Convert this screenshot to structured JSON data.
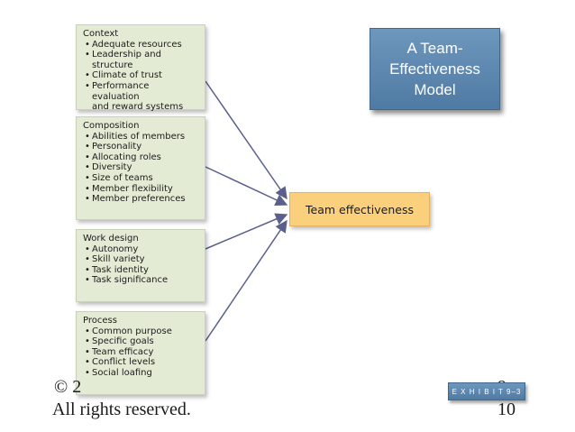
{
  "title": "A Team-Effectiveness Model",
  "boxes": {
    "context": {
      "header": "Context",
      "items": [
        "Adequate resources",
        "Leadership and structure",
        "Climate of trust",
        "Performance evaluation"
      ],
      "item_continuation": "and reward systems"
    },
    "composition": {
      "header": "Composition",
      "items": [
        "Abilities of members",
        "Personality",
        "Allocating roles",
        "Diversity",
        "Size of teams",
        "Member flexibility",
        "Member preferences"
      ]
    },
    "work_design": {
      "header": "Work design",
      "items": [
        "Autonomy",
        "Skill variety",
        "Task identity",
        "Task significance"
      ]
    },
    "process": {
      "header": "Process",
      "items": [
        "Common purpose",
        "Specific goals",
        "Team efficacy",
        "Conflict levels",
        "Social loafing"
      ]
    }
  },
  "target": "Team effectiveness",
  "exhibit": "E X H I B I T  9–3",
  "footer": {
    "copyright": "© 2",
    "rights": "All rights reserved.",
    "chapter": "9",
    "page": "10"
  },
  "colors": {
    "factor_box": "#e4ebd5",
    "target_box": "#fbd07c",
    "title_box": "#5b86ae",
    "arrow": "#5a5f8c"
  }
}
